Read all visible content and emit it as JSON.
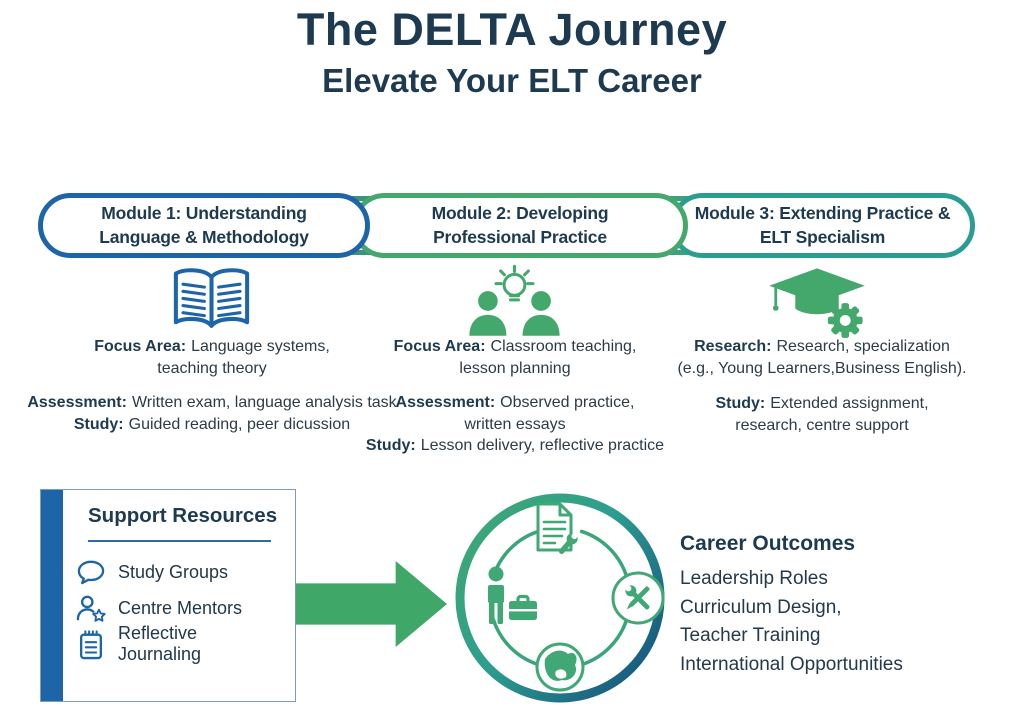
{
  "colors": {
    "navy": "#1d3a50",
    "text": "#2c3b47",
    "blue": "#1e64a8",
    "green": "#44a76b",
    "teal": "#2a9d92",
    "dark-blue": "#15517e",
    "arrow-green": "#3fa768"
  },
  "header": {
    "title": "The DELTA Journey",
    "subtitle": "Elevate Your ELT Career"
  },
  "modules": [
    {
      "title": "Module 1: Understanding\nLanguage & Methodology",
      "icon": "open-book-icon",
      "focus_label": "Focus Area:",
      "focus_text": "Language systems,\nteaching theory",
      "assessment_label": "Assessment:",
      "assessment_text": "Written exam, language analysis task",
      "study_label": "Study:",
      "study_text": "Guided reading, peer dicussion"
    },
    {
      "title": "Module 2: Developing\nProfessional Practice",
      "icon": "people-lightbulb-icon",
      "focus_label": "Focus Area:",
      "focus_text": "Classroom teaching,\nlesson planning",
      "assessment_label": "Assessment:",
      "assessment_text": "Observed practice,\nwritten essays",
      "study_label": "Study:",
      "study_text": "Lesson delivery, reflective practice"
    },
    {
      "title": "Module 3: Extending Practice &\nELT Specialism",
      "icon": "graduation-cap-gear-icon",
      "research_label": "Research:",
      "research_text": "Research, specialization\n(e.g., Young Learners,Business English).",
      "study_label": "Study:",
      "study_text": "Extended assignment,\nresearch, centre support"
    }
  ],
  "support": {
    "title": "Support Resources",
    "items": [
      {
        "icon": "speech-bubble-icon",
        "label": "Study Groups"
      },
      {
        "icon": "mentor-star-icon",
        "label": "Centre Mentors"
      },
      {
        "icon": "journal-icon",
        "label": "Reflective Journaling"
      }
    ]
  },
  "cycle": {
    "icons": [
      "document-wrench-icon",
      "tools-icon",
      "globe-icon",
      "person-briefcase-icon"
    ]
  },
  "outcomes": {
    "title": "Career Outcomes",
    "items": [
      "Leadership Roles",
      "Curriculum Design,",
      "Teacher Training",
      "International Opportunities"
    ]
  }
}
